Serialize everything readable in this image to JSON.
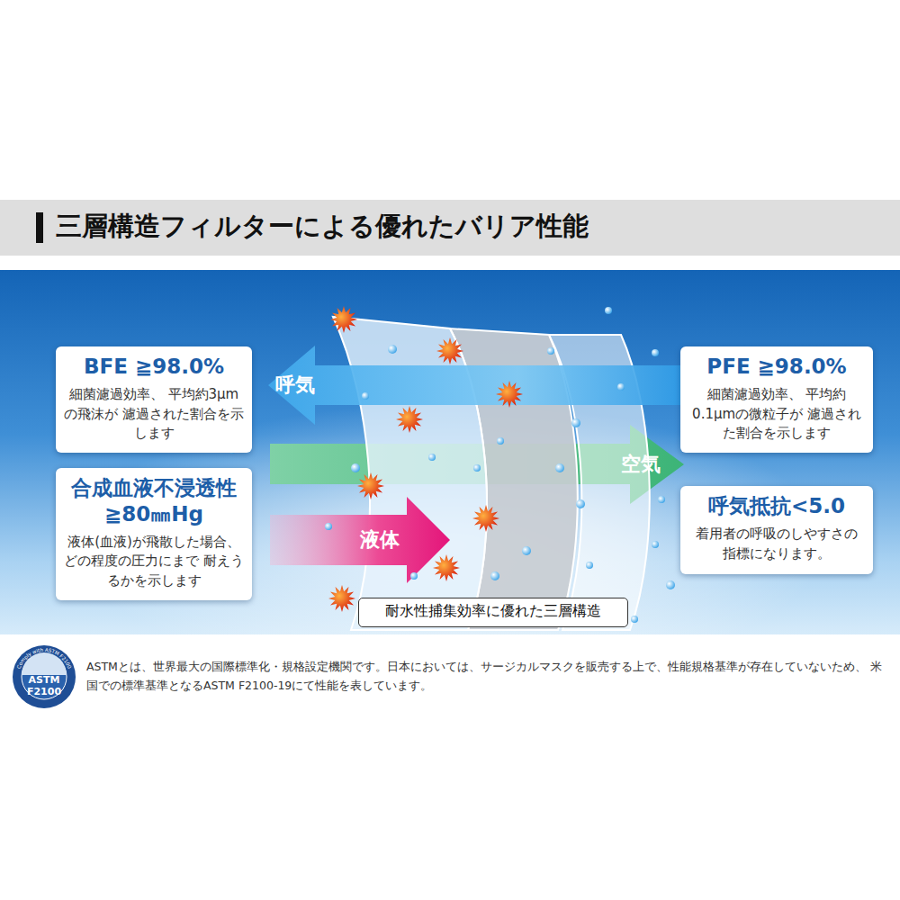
{
  "diagram": {
    "title": "三層構造フィルターによる優れたバリア性能",
    "nodes": [
      {
        "text": [
          "BFE ≧98.0%",
          "細菌濾過効率、 平均約3μmの飛沫が 濾過された割合を示します"
        ]
      },
      {
        "text": [
          "合成血液不浸透性 ≧80㎜Hg",
          "液体(血液)が飛散した場合、 どの程度の圧力にまで 耐えうるかを示します"
        ]
      },
      {
        "text": [
          "PFE ≧98.0%",
          "細菌濾過効率、 平均約0.1μmの微粒子が 濾過された割合を示します"
        ]
      },
      {
        "text": [
          "呼気抵抗<5.0",
          "着用者の呼吸のしやすさの 指標になります。"
        ]
      },
      {
        "text": [
          "耐水性捕集効率に優れた三層構造"
        ]
      }
    ],
    "labels": [
      "呼気",
      "空気",
      "液体",
      "Comply with ASTM F2100",
      "ASTM",
      "F2100",
      "ASTMとは、世界最大の国際標準化・規格設定機関です。日本においては、サージカルマスクを販売する上で、性能規格基準が存在していないため、 米国での標準基準となるASTM F2100-19にて性能を表しています。"
    ]
  }
}
